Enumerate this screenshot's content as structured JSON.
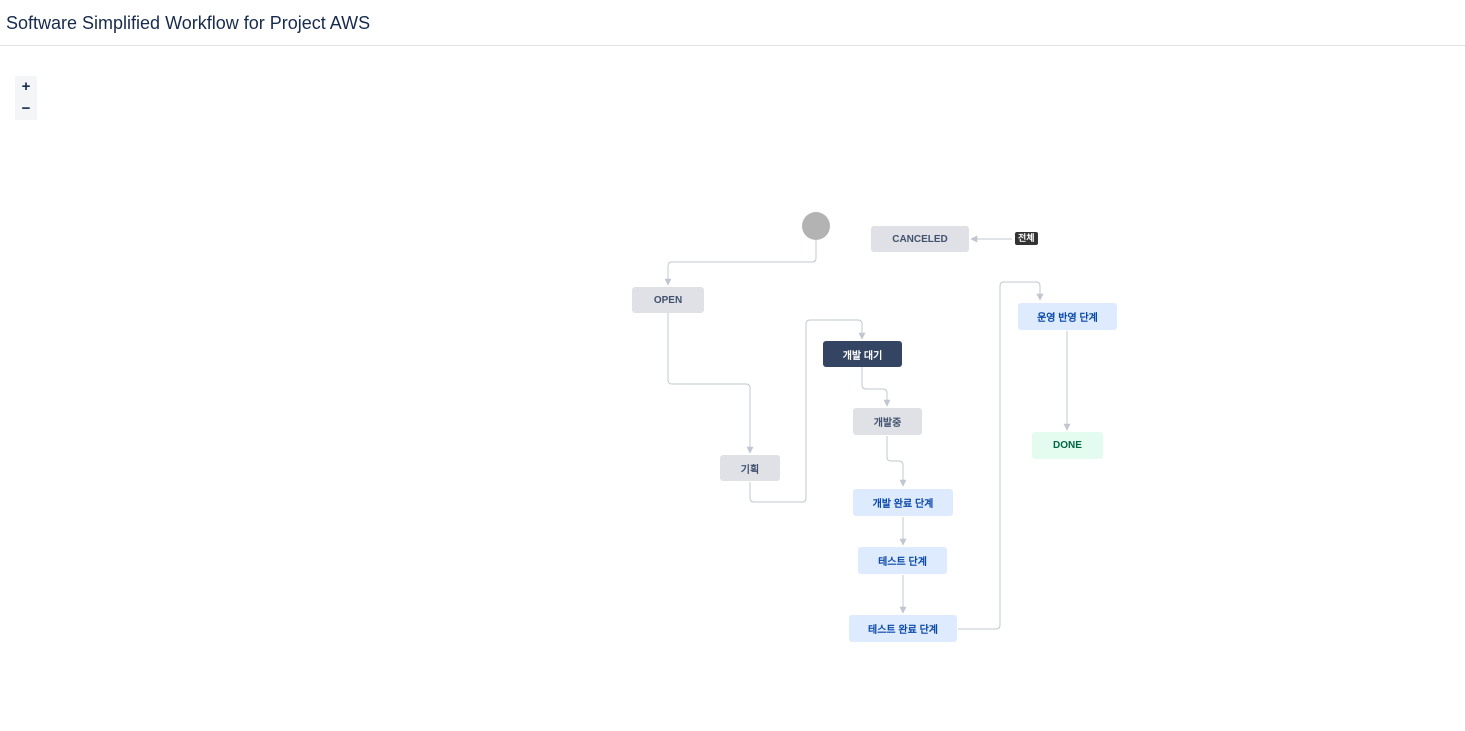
{
  "header": {
    "title": "Software Simplified Workflow for Project AWS"
  },
  "zoom": {
    "zoom_in_label": "+",
    "zoom_out_label": "−"
  },
  "workflow": {
    "global_transition_label": "전체",
    "statuses": {
      "canceled": "CANCELED",
      "open": "OPEN",
      "dev_waiting": "개발 대기",
      "in_dev": "개발중",
      "planning": "기획",
      "dev_complete_stage": "개발 완료 단계",
      "test_stage": "테스트 단계",
      "test_complete_stage": "테스트 완료 단계",
      "release_stage": "운영 반영 단계",
      "done": "DONE"
    }
  },
  "colors": {
    "todo_bg": "#dfe1e6",
    "selected_bg": "#344563",
    "in_progress_bg": "#deebff",
    "done_bg": "#e3fcef",
    "connector": "#c1c7d0"
  }
}
